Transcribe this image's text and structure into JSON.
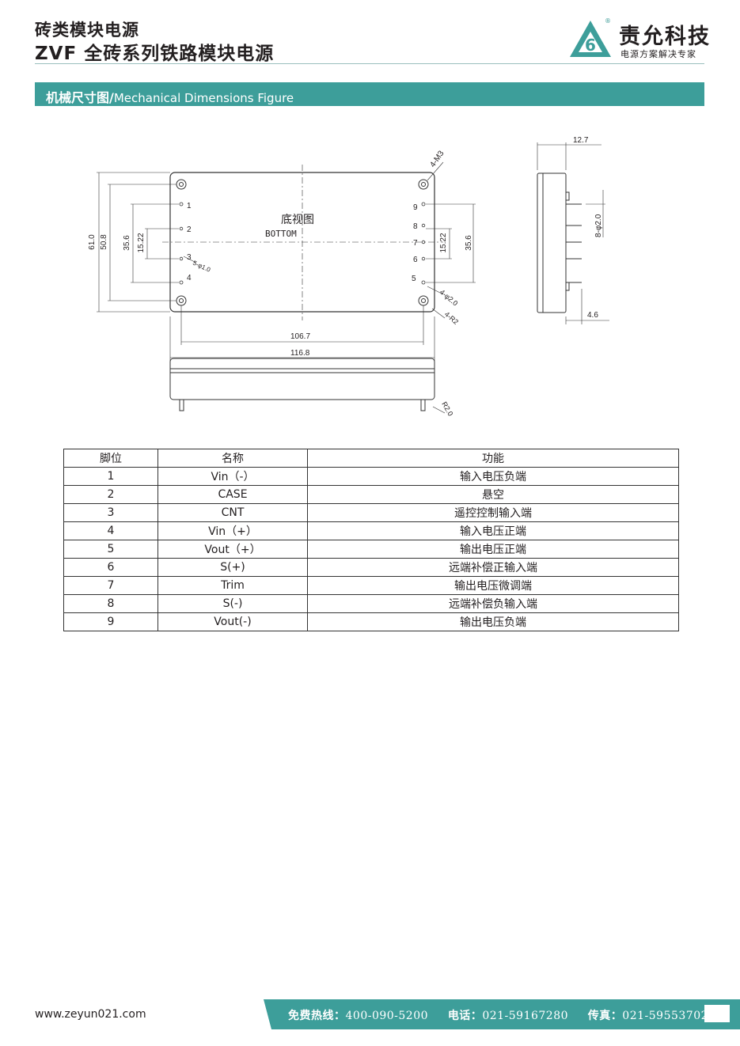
{
  "header": {
    "line1": "砖类模块电源",
    "line2": "ZVF 全砖系列铁路模块电源",
    "brand_name": "责允科技",
    "brand_slogan": "电源方案解决专家",
    "reg_mark": "®",
    "logo_mark_char": "6"
  },
  "section": {
    "title_zh": "机械尺寸图",
    "title_sep": "/",
    "title_en": "Mechanical Dimensions Figure"
  },
  "drawing": {
    "bottom_view_zh": "底视图",
    "bottom_view_en": "BOTTOM",
    "dim_61": "61.0",
    "dim_50_8": "50.8",
    "dim_35_6": "35.6",
    "dim_15_22": "15.22",
    "dim_106_7": "106.7",
    "dim_116_8": "116.8",
    "dim_12_7": "12.7",
    "dim_4_6": "4.6",
    "label_4m3": "4-M3",
    "label_8phi2": "8-φ2.0",
    "label_5phi1": "5-φ1.0",
    "label_4phi2": "4-φ2.0",
    "label_4r2": "4-R2",
    "label_r2": "R2.0",
    "left_pins": [
      "1",
      "2",
      "3",
      "4"
    ],
    "right_pins": [
      "9",
      "8",
      "7",
      "6",
      "5"
    ]
  },
  "pin_table": {
    "headers": [
      "脚位",
      "名称",
      "功能"
    ],
    "rows": [
      {
        "pin": "1",
        "name": "Vin（-）",
        "function": "输入电压负端"
      },
      {
        "pin": "2",
        "name": "CASE",
        "function": "悬空"
      },
      {
        "pin": "3",
        "name": "CNT",
        "function": "遥控控制输入端"
      },
      {
        "pin": "4",
        "name": "Vin（+）",
        "function": "输入电压正端"
      },
      {
        "pin": "5",
        "name": "Vout（+）",
        "function": "输出电压正端"
      },
      {
        "pin": "6",
        "name": "S(+)",
        "function": "远端补偿正输入端"
      },
      {
        "pin": "7",
        "name": "Trim",
        "function": "输出电压微调端"
      },
      {
        "pin": "8",
        "name": "S(-)",
        "function": "远端补偿负输入端"
      },
      {
        "pin": "9",
        "name": "Vout(-)",
        "function": "输出电压负端"
      }
    ]
  },
  "footer": {
    "website": "www.zeyun021.com",
    "hotline_label": "免费热线：",
    "hotline": "400-090-5200",
    "phone_label": "电话：",
    "phone": "021-59167280",
    "fax_label": "传真：",
    "fax": "021-59553702"
  },
  "colors": {
    "accent": "#3d9e9a",
    "text": "#231f20"
  }
}
